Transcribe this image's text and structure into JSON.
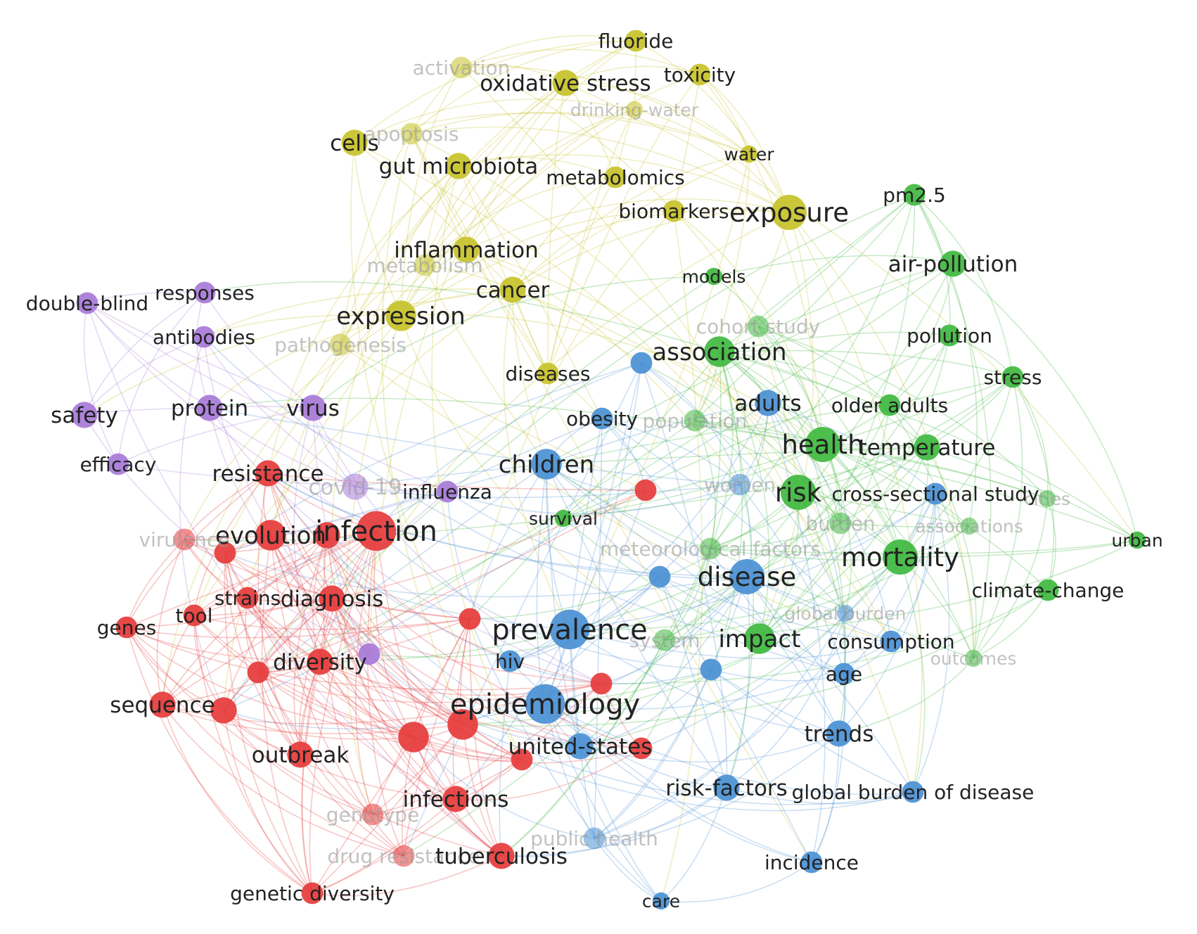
{
  "clusters": {
    "red": {
      "color": "#e63b3b"
    },
    "yellow": {
      "color": "#c7c22a"
    },
    "green": {
      "color": "#3fb83f"
    },
    "blue": {
      "color": "#4a90d4"
    },
    "purple": {
      "color": "#a77ad8"
    }
  },
  "nodes": [
    {
      "id": "fluoride",
      "label": "fluoride",
      "cluster": "yellow",
      "weight": 2
    },
    {
      "id": "activation",
      "label": "activation",
      "cluster": "yellow",
      "weight": 2,
      "faint": true
    },
    {
      "id": "oxidative-stress",
      "label": "oxidative stress",
      "cluster": "yellow",
      "weight": 3
    },
    {
      "id": "toxicity",
      "label": "toxicity",
      "cluster": "yellow",
      "weight": 2
    },
    {
      "id": "drinking-water",
      "label": "drinking-water",
      "cluster": "yellow",
      "weight": 1,
      "faint": true
    },
    {
      "id": "cells",
      "label": "cells",
      "cluster": "yellow",
      "weight": 3
    },
    {
      "id": "apoptosis",
      "label": "apoptosis",
      "cluster": "yellow",
      "weight": 2,
      "faint": true
    },
    {
      "id": "gut-microbiota",
      "label": "gut microbiota",
      "cluster": "yellow",
      "weight": 3
    },
    {
      "id": "water",
      "label": "water",
      "cluster": "yellow",
      "weight": 1
    },
    {
      "id": "metabolomics",
      "label": "metabolomics",
      "cluster": "yellow",
      "weight": 2
    },
    {
      "id": "biomarkers",
      "label": "biomarkers",
      "cluster": "yellow",
      "weight": 2
    },
    {
      "id": "exposure",
      "label": "exposure",
      "cluster": "yellow",
      "weight": 5
    },
    {
      "id": "inflammation",
      "label": "inflammation",
      "cluster": "yellow",
      "weight": 3
    },
    {
      "id": "metabolism",
      "label": "metabolism",
      "cluster": "yellow",
      "weight": 2,
      "faint": true
    },
    {
      "id": "cancer",
      "label": "cancer",
      "cluster": "yellow",
      "weight": 3
    },
    {
      "id": "expression",
      "label": "expression",
      "cluster": "yellow",
      "weight": 4
    },
    {
      "id": "pathogenesis",
      "label": "pathogenesis",
      "cluster": "yellow",
      "weight": 2,
      "faint": true
    },
    {
      "id": "diseases",
      "label": "diseases",
      "cluster": "yellow",
      "weight": 2
    },
    {
      "id": "pm25",
      "label": "pm2.5",
      "cluster": "green",
      "weight": 2
    },
    {
      "id": "air-pollution",
      "label": "air-pollution",
      "cluster": "green",
      "weight": 3
    },
    {
      "id": "models",
      "label": "models",
      "cluster": "green",
      "weight": 1
    },
    {
      "id": "cohort-study",
      "label": "cohort study",
      "cluster": "green",
      "weight": 2,
      "faint": true
    },
    {
      "id": "pollution",
      "label": "pollution",
      "cluster": "green",
      "weight": 2
    },
    {
      "id": "association",
      "label": "association",
      "cluster": "green",
      "weight": 4
    },
    {
      "id": "stress",
      "label": "stress",
      "cluster": "green",
      "weight": 2
    },
    {
      "id": "older-adults",
      "label": "older adults",
      "cluster": "green",
      "weight": 2
    },
    {
      "id": "population",
      "label": "population",
      "cluster": "green",
      "weight": 2,
      "faint": true
    },
    {
      "id": "health",
      "label": "health",
      "cluster": "green",
      "weight": 5
    },
    {
      "id": "temperature",
      "label": "temperature",
      "cluster": "green",
      "weight": 3
    },
    {
      "id": "risk",
      "label": "risk",
      "cluster": "green",
      "weight": 5
    },
    {
      "id": "cities",
      "label": "cities",
      "cluster": "green",
      "weight": 1,
      "faint": true
    },
    {
      "id": "urban",
      "label": "urban",
      "cluster": "green",
      "weight": 1
    },
    {
      "id": "survival",
      "label": "survival",
      "cluster": "green",
      "weight": 1
    },
    {
      "id": "burden",
      "label": "burden",
      "cluster": "green",
      "weight": 2,
      "faint": true
    },
    {
      "id": "associations",
      "label": "associations",
      "cluster": "green",
      "weight": 1,
      "faint": true
    },
    {
      "id": "meteorological-factors",
      "label": "meteorological factors",
      "cluster": "green",
      "weight": 2,
      "faint": true
    },
    {
      "id": "mortality",
      "label": "mortality",
      "cluster": "green",
      "weight": 5
    },
    {
      "id": "climate-change",
      "label": "climate-change",
      "cluster": "green",
      "weight": 2
    },
    {
      "id": "system",
      "label": "system",
      "cluster": "green",
      "weight": 2,
      "faint": true
    },
    {
      "id": "impact",
      "label": "impact",
      "cluster": "green",
      "weight": 4
    },
    {
      "id": "outcomes",
      "label": "outcomes",
      "cluster": "green",
      "weight": 1,
      "faint": true
    },
    {
      "id": "obesity",
      "label": "obesity",
      "cluster": "blue",
      "weight": 2
    },
    {
      "id": "adults",
      "label": "adults",
      "cluster": "blue",
      "weight": 3
    },
    {
      "id": "children",
      "label": "children",
      "cluster": "blue",
      "weight": 4
    },
    {
      "id": "women",
      "label": "women",
      "cluster": "blue",
      "weight": 2,
      "faint": true
    },
    {
      "id": "cross-sectional-study",
      "label": "cross-sectional study",
      "cluster": "blue",
      "weight": 2
    },
    {
      "id": "disease",
      "label": "disease",
      "cluster": "blue",
      "weight": 5
    },
    {
      "id": "global-burden",
      "label": "global burden",
      "cluster": "blue",
      "weight": 1,
      "faint": true
    },
    {
      "id": "prevalence",
      "label": "prevalence",
      "cluster": "blue",
      "weight": 6
    },
    {
      "id": "consumption",
      "label": "consumption",
      "cluster": "blue",
      "weight": 2
    },
    {
      "id": "age",
      "label": "age",
      "cluster": "blue",
      "weight": 2
    },
    {
      "id": "hiv",
      "label": "hiv",
      "cluster": "blue",
      "weight": 2
    },
    {
      "id": "epidemiology",
      "label": "epidemiology",
      "cluster": "blue",
      "weight": 6
    },
    {
      "id": "trends",
      "label": "trends",
      "cluster": "blue",
      "weight": 3
    },
    {
      "id": "united-states",
      "label": "united-states",
      "cluster": "blue",
      "weight": 3
    },
    {
      "id": "risk-factors",
      "label": "risk-factors",
      "cluster": "blue",
      "weight": 3
    },
    {
      "id": "global-burden-of-disease",
      "label": "global burden of disease",
      "cluster": "blue",
      "weight": 2
    },
    {
      "id": "public-health",
      "label": "public health",
      "cluster": "blue",
      "weight": 2,
      "faint": true
    },
    {
      "id": "incidence",
      "label": "incidence",
      "cluster": "blue",
      "weight": 2
    },
    {
      "id": "care",
      "label": "care",
      "cluster": "blue",
      "weight": 1
    },
    {
      "id": "b-unl-1",
      "label": "",
      "cluster": "blue",
      "weight": 2
    },
    {
      "id": "b-unl-2",
      "label": "",
      "cluster": "blue",
      "weight": 2
    },
    {
      "id": "b-unl-3",
      "label": "",
      "cluster": "blue",
      "weight": 2
    },
    {
      "id": "double-blind",
      "label": "double-blind",
      "cluster": "purple",
      "weight": 2
    },
    {
      "id": "responses",
      "label": "responses",
      "cluster": "purple",
      "weight": 2
    },
    {
      "id": "antibodies",
      "label": "antibodies",
      "cluster": "purple",
      "weight": 2
    },
    {
      "id": "safety",
      "label": "safety",
      "cluster": "purple",
      "weight": 3
    },
    {
      "id": "protein",
      "label": "protein",
      "cluster": "purple",
      "weight": 3
    },
    {
      "id": "virus",
      "label": "virus",
      "cluster": "purple",
      "weight": 3
    },
    {
      "id": "efficacy",
      "label": "efficacy",
      "cluster": "purple",
      "weight": 2
    },
    {
      "id": "covid-19",
      "label": "covid-19",
      "cluster": "purple",
      "weight": 3,
      "faint": true
    },
    {
      "id": "influenza",
      "label": "influenza",
      "cluster": "purple",
      "weight": 2
    },
    {
      "id": "p-unl-1",
      "label": "",
      "cluster": "purple",
      "weight": 2
    },
    {
      "id": "resistance",
      "label": "resistance",
      "cluster": "red",
      "weight": 3
    },
    {
      "id": "infection",
      "label": "infection",
      "cluster": "red",
      "weight": 6
    },
    {
      "id": "evolution",
      "label": "evolution",
      "cluster": "red",
      "weight": 4
    },
    {
      "id": "virulence",
      "label": "virulence",
      "cluster": "red",
      "weight": 2,
      "faint": true
    },
    {
      "id": "strains",
      "label": "strains",
      "cluster": "red",
      "weight": 2
    },
    {
      "id": "diagnosis",
      "label": "diagnosis",
      "cluster": "red",
      "weight": 3
    },
    {
      "id": "tool",
      "label": "tool",
      "cluster": "red",
      "weight": 2
    },
    {
      "id": "genes",
      "label": "genes",
      "cluster": "red",
      "weight": 2
    },
    {
      "id": "diversity",
      "label": "diversity",
      "cluster": "red",
      "weight": 3
    },
    {
      "id": "sequence",
      "label": "sequence",
      "cluster": "red",
      "weight": 3
    },
    {
      "id": "outbreak",
      "label": "outbreak",
      "cluster": "red",
      "weight": 3
    },
    {
      "id": "infections",
      "label": "infections",
      "cluster": "red",
      "weight": 3
    },
    {
      "id": "genotype",
      "label": "genotype",
      "cluster": "red",
      "weight": 2,
      "faint": true
    },
    {
      "id": "drug-resistance",
      "label": "drug resistance",
      "cluster": "red",
      "weight": 2,
      "faint": true
    },
    {
      "id": "tuberculosis",
      "label": "tuberculosis",
      "cluster": "red",
      "weight": 3
    },
    {
      "id": "genetic-diversity",
      "label": "genetic diversity",
      "cluster": "red",
      "weight": 2
    },
    {
      "id": "r-unl-1",
      "label": "",
      "cluster": "red",
      "weight": 4
    },
    {
      "id": "r-unl-2",
      "label": "",
      "cluster": "red",
      "weight": 4
    },
    {
      "id": "r-unl-3",
      "label": "",
      "cluster": "red",
      "weight": 2
    },
    {
      "id": "r-unl-4",
      "label": "",
      "cluster": "red",
      "weight": 2
    },
    {
      "id": "r-unl-5",
      "label": "",
      "cluster": "red",
      "weight": 2
    },
    {
      "id": "r-unl-6",
      "label": "",
      "cluster": "red",
      "weight": 2
    },
    {
      "id": "r-unl-7",
      "label": "",
      "cluster": "red",
      "weight": 2
    },
    {
      "id": "r-unl-8",
      "label": "",
      "cluster": "red",
      "weight": 2
    },
    {
      "id": "r-unl-9",
      "label": "",
      "cluster": "red",
      "weight": 3
    },
    {
      "id": "r-unl-10",
      "label": "",
      "cluster": "red",
      "weight": 3
    },
    {
      "id": "r-unl-11",
      "label": "",
      "cluster": "red",
      "weight": 2
    }
  ]
}
